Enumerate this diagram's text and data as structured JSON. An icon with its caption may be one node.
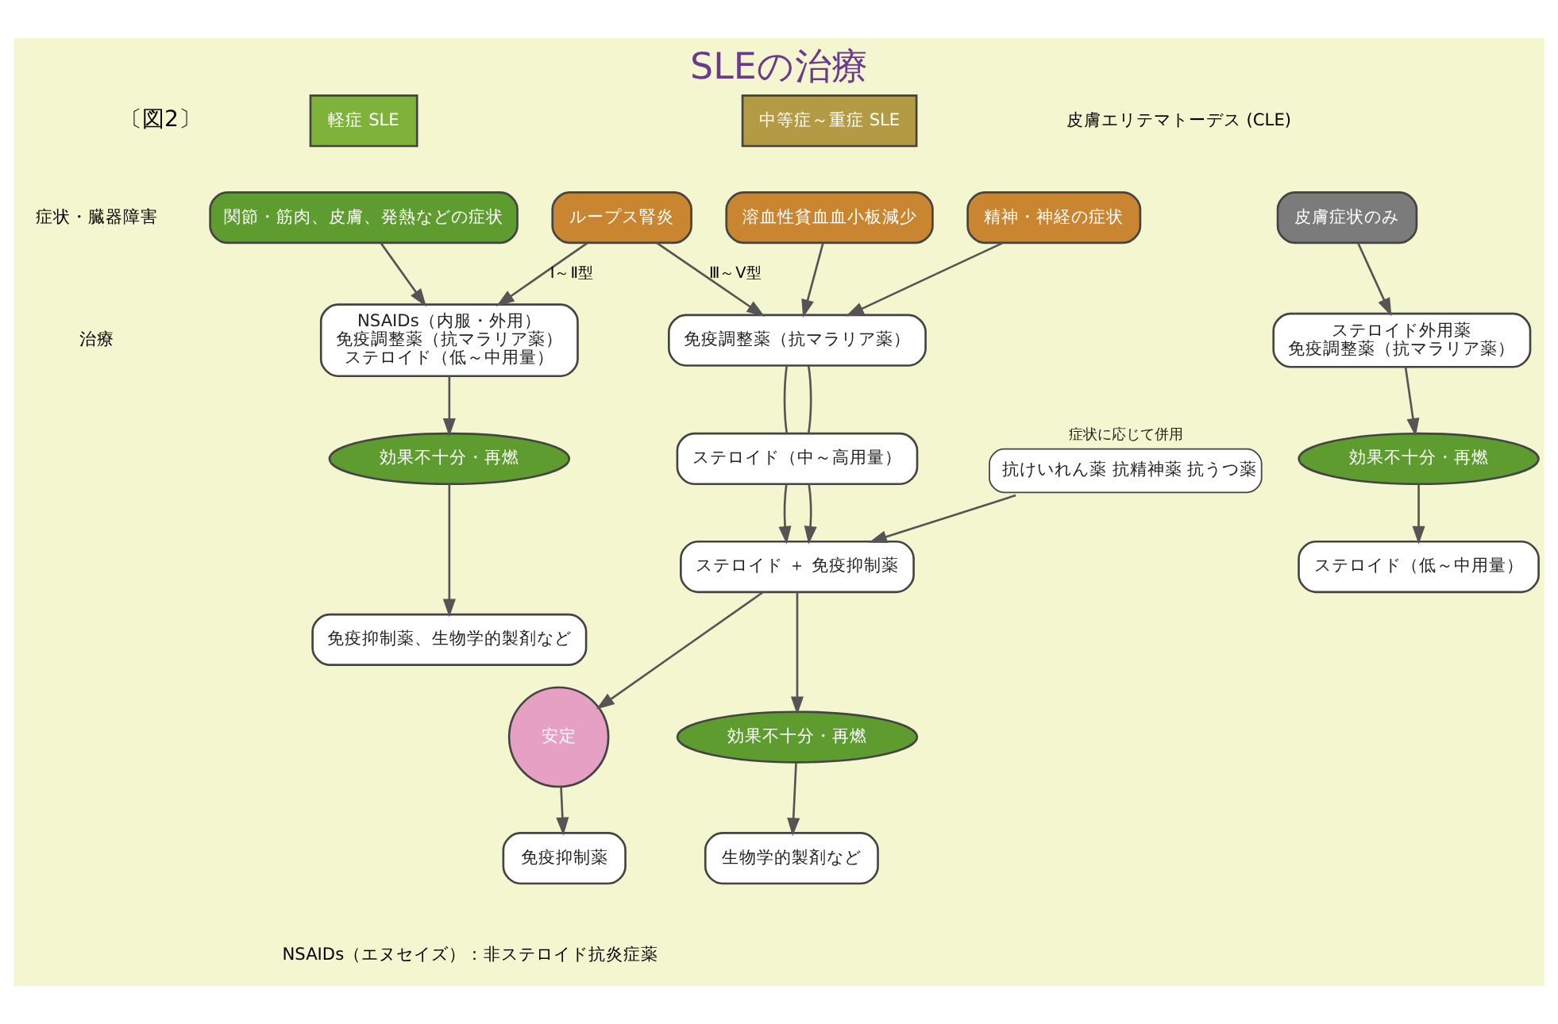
{
  "diagram": {
    "title": "SLEの治療",
    "nodes": [
      {
        "text": [
          "軽症 SLE"
        ]
      },
      {
        "text": [
          "中等症～重症 SLE"
        ]
      },
      {
        "text": [
          "関節・筋肉、皮膚、発熱などの症状"
        ]
      },
      {
        "text": [
          "NSAIDs（内服・外用）",
          "免疫調整薬（抗マラリア薬）",
          "ステロイド（低～中用量）"
        ]
      },
      {
        "text": [
          "効果不十分・再燃"
        ]
      },
      {
        "text": [
          "免疫抑制薬、生物学的製剤など"
        ]
      },
      {
        "text": [
          "ループス腎炎"
        ]
      },
      {
        "text": [
          "溶血性貧血血小板減少"
        ]
      },
      {
        "text": [
          "精神・神経の症状"
        ]
      },
      {
        "text": [
          "免疫調整薬（抗マラリア薬）"
        ]
      },
      {
        "text": [
          "ステロイド（中～高用量）"
        ]
      },
      {
        "text": [
          "抗けいれん薬 抗精神薬 抗うつ薬"
        ],
        "beside": [
          "症状に応じて併用"
        ]
      },
      {
        "text": [
          "ステロイド ＋ 免疫抑制薬"
        ]
      },
      {
        "text": [
          "安定"
        ]
      },
      {
        "text": [
          "効果不十分・再燃"
        ]
      },
      {
        "text": [
          "免疫抑制薬"
        ]
      },
      {
        "text": [
          "生物学的製剤など"
        ]
      },
      {
        "text": [
          "皮膚症状のみ"
        ]
      },
      {
        "text": [
          "ステロイド外用薬",
          "免疫調整薬（抗マラリア薬）"
        ]
      },
      {
        "text": [
          "効果不十分・再燃"
        ]
      },
      {
        "text": [
          "ステロイド（低～中用量）"
        ]
      }
    ],
    "edges": [
      {
        "from": 2,
        "to": 3,
        "arrow": "to"
      },
      {
        "from": 6,
        "to": 3,
        "arrow": "to",
        "label": "Ⅰ～Ⅱ型"
      },
      {
        "from": 6,
        "to": 9,
        "arrow": "to",
        "label": "Ⅲ～Ⅴ型"
      },
      {
        "from": 7,
        "to": 9,
        "arrow": "to"
      },
      {
        "from": 8,
        "to": 9,
        "arrow": "to"
      },
      {
        "from": 3,
        "to": 4,
        "arrow": "to"
      },
      {
        "from": 4,
        "to": 5,
        "arrow": "to"
      },
      {
        "from": 9,
        "to": 10,
        "arrow": "none"
      },
      {
        "from": 9,
        "to": 10,
        "arrow": "none"
      },
      {
        "from": 10,
        "to": 12,
        "arrow": "to"
      },
      {
        "from": 10,
        "to": 12,
        "arrow": "to"
      },
      {
        "from": 11,
        "to": 12,
        "arrow": "to"
      },
      {
        "from": 12,
        "to": 13,
        "arrow": "to"
      },
      {
        "from": 12,
        "to": 14,
        "arrow": "to"
      },
      {
        "from": 13,
        "to": 15,
        "arrow": "to"
      },
      {
        "from": 14,
        "to": 16,
        "arrow": "to"
      },
      {
        "from": 17,
        "to": 18,
        "arrow": "to"
      },
      {
        "from": 18,
        "to": 19,
        "arrow": "to"
      },
      {
        "from": 19,
        "to": 20,
        "arrow": "to"
      }
    ],
    "labels": [
      "〔図2〕",
      "皮膚エリテマトーデス (CLE)",
      "症状・臓器障害",
      "治療",
      "NSAIDs（エヌセイズ）：非ステロイド抗炎症薬"
    ]
  }
}
